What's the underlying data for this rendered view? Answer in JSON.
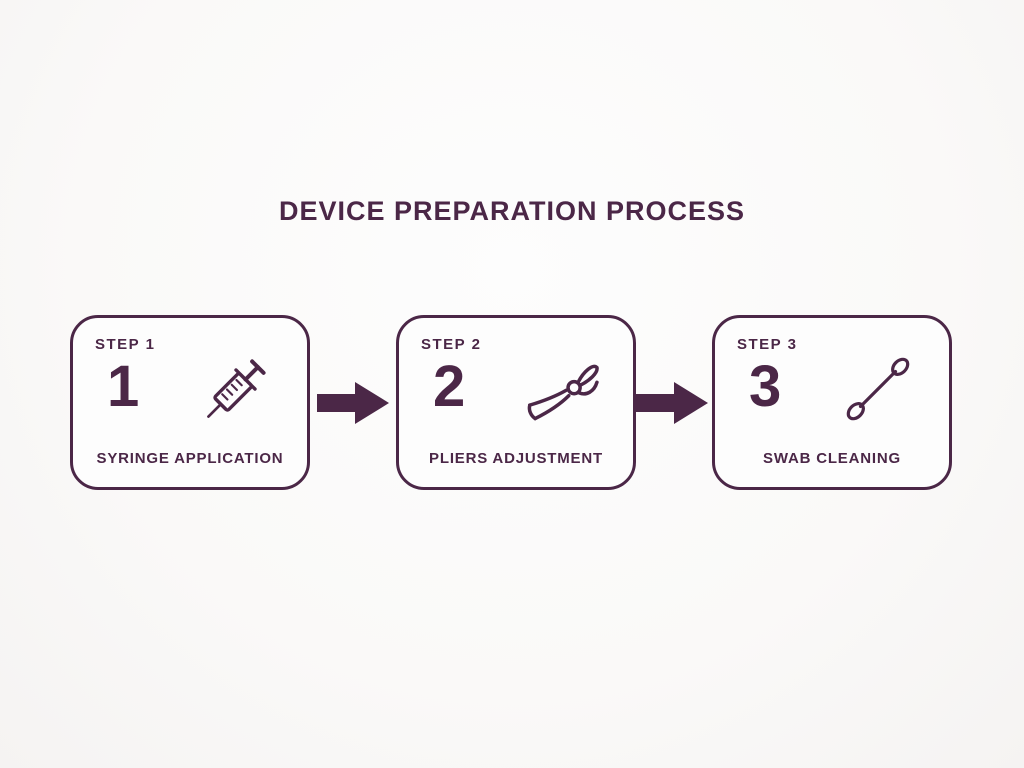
{
  "accent_color": "#4b2747",
  "background_color": "#fbfafa",
  "title": "DEVICE PREPARATION PROCESS",
  "steps": [
    {
      "step_label": "STEP 1",
      "number": "1",
      "icon": "syringe-icon",
      "caption": "SYRINGE APPLICATION"
    },
    {
      "step_label": "STEP 2",
      "number": "2",
      "icon": "pliers-icon",
      "caption": "PLIERS ADJUSTMENT"
    },
    {
      "step_label": "STEP 3",
      "number": "3",
      "icon": "swab-icon",
      "caption": "SWAB CLEANING"
    }
  ],
  "connectors": [
    {
      "from": "STEP 1",
      "to": "STEP 2",
      "shape": "right-arrow"
    },
    {
      "from": "STEP 2",
      "to": "STEP 3",
      "shape": "right-arrow"
    }
  ]
}
